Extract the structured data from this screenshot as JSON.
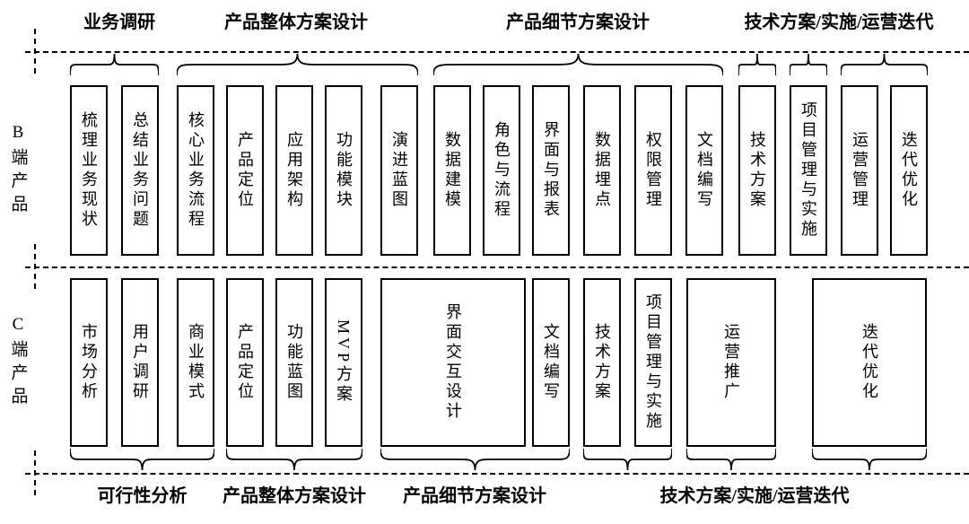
{
  "diagram": {
    "rows": {
      "b": {
        "side_label": "B端产品",
        "boxes": [
          "梳理业务现状",
          "总结业务问题",
          "核心业务流程",
          "产品定位",
          "应用架构",
          "功能模块",
          "演进蓝图",
          "数据建模",
          "角色与流程",
          "界面与报表",
          "数据埋点",
          "权限管理",
          "文档编写",
          "技术方案",
          "项目管理与实施",
          "运营管理",
          "迭代优化"
        ]
      },
      "c": {
        "side_label": "C端产品",
        "boxes": [
          "市场分析",
          "用户调研",
          "商业模式",
          "产品定位",
          "功能蓝图",
          "MVP方案",
          "界面交互设计",
          "文档编写",
          "技术方案",
          "项目管理与实施",
          "运营推广",
          "迭代优化"
        ]
      }
    },
    "top_phases": [
      "业务调研",
      "产品整体方案设计",
      "产品细节方案设计",
      "技术方案/实施/运营迭代"
    ],
    "bottom_phases": [
      "可行性分析",
      "产品整体方案设计",
      "产品细节方案设计",
      "技术方案/实施/运营迭代"
    ],
    "colors": {
      "line": "#000000",
      "background": "#ffffff"
    }
  }
}
